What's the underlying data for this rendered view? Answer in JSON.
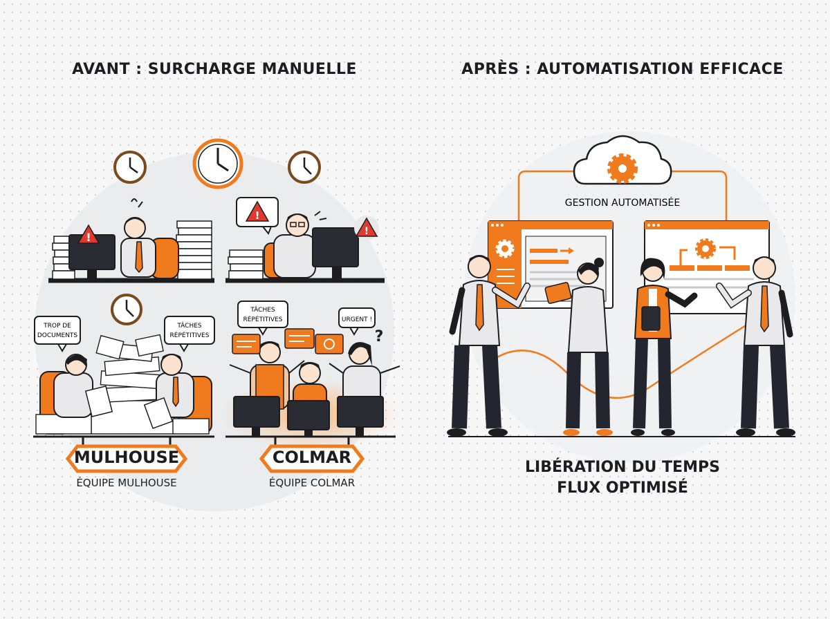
{
  "before": {
    "title": "AVANT : SURCHARGE MANUELLE",
    "bubbles": {
      "documents": [
        "TROP DE",
        "DOCUMENTS"
      ],
      "tasks_left": [
        "TÂCHES",
        "RÉPÉTITIVES"
      ],
      "tasks_right": [
        "TÂCHES",
        "RÉPÉTITIVES"
      ],
      "urgent": "URGENT !"
    },
    "teams": [
      {
        "name": "MULHOUSE",
        "caption": "ÉQUIPE MULHOUSE"
      },
      {
        "name": "COLMAR",
        "caption": "ÉQUIPE COLMAR"
      }
    ]
  },
  "after": {
    "title": "APRÈS : AUTOMATISATION EFFICACE",
    "cloud_label": "GESTION AUTOMATISÉE",
    "result_lines": [
      "LIBÉRATION DU TEMPS",
      "FLUX OPTIMISÉ"
    ]
  },
  "colors": {
    "accent": "#f07b1e",
    "dark": "#1d1d1f",
    "alert": "#e03a2f",
    "shirt": "#e9e9eb",
    "pants": "#23262e"
  },
  "icons": [
    "clock-icon",
    "warning-icon",
    "gear-icon",
    "cloud-icon",
    "question-mark-icon"
  ]
}
